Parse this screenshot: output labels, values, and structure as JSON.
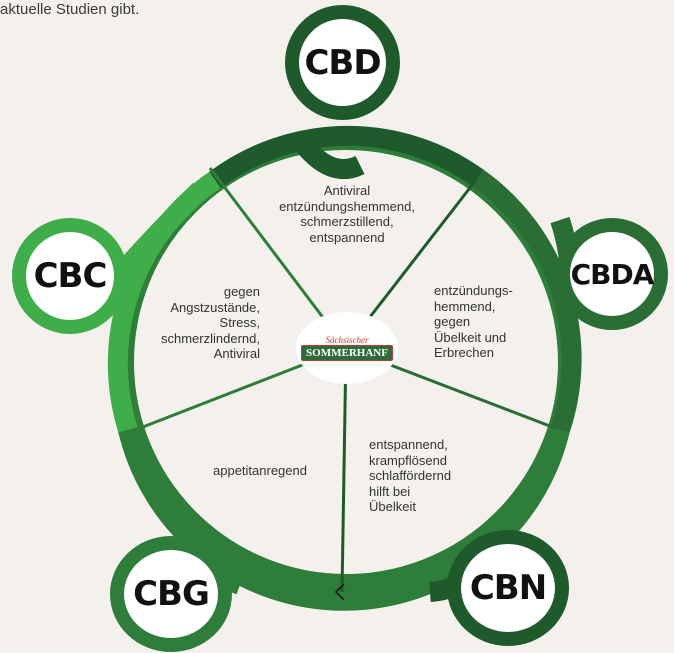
{
  "intro_text": "aktuelle Studien gibt.",
  "logo": {
    "subtitle": "Sächsischer",
    "name": "SOMMERHANF"
  },
  "segments": {
    "cbd": "Antiviral\nentzündungshemmend,\nschmerzstillend,\nentspannend",
    "cbda": "entzündungs-\nhemmend,\ngegen\nÜbelkeit und\nErbrechen",
    "cbn": "entspannend,\nkrampflösend\nschlaffördernd\nhilft bei\nÜbelkeit",
    "cbg": "appetitanregend",
    "cbc": "gegen\nAngstzustände,\nStress,\nschmerzlindernd,\nAntiviral"
  },
  "badges": {
    "cbd": "CBD",
    "cbda": "CBDA",
    "cbn": "CBN",
    "cbg": "CBG",
    "cbc": "CBC"
  },
  "colors": {
    "dark_green": "#1f5a2c",
    "mid_green": "#2e7d3a",
    "light_green": "#3fae4a",
    "background": "#f4f1ec",
    "wheel_fill": "#f4f1ec",
    "accent_red": "#c0392b"
  }
}
